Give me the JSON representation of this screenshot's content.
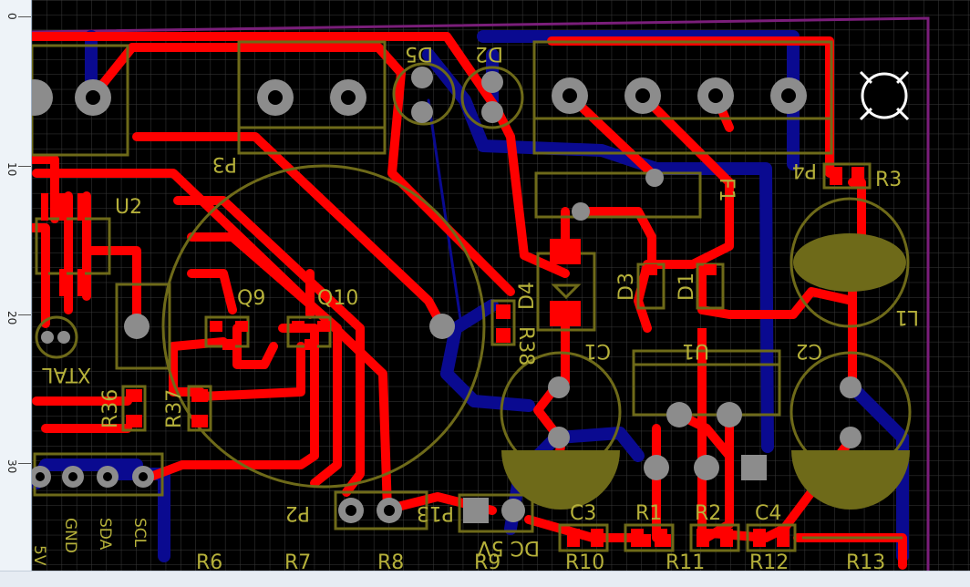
{
  "ruler": {
    "labels": [
      "0",
      "10",
      "20",
      "30"
    ]
  },
  "colors": {
    "background": "#000000",
    "grid": "#3a3a3a",
    "top_copper": "#ff0000",
    "bottom_copper": "#0a0a90",
    "silkscreen": "#6e6a19",
    "pad": "#8c8c8c",
    "board_outline": "#7a1e7a"
  },
  "components": {
    "D5": "D5",
    "D2": "D2",
    "P3": "P3",
    "U2": "U2",
    "Q9": "Q9",
    "Q10": "Q10",
    "XTAL": "XTAL",
    "R36": "R36",
    "R37": "R37",
    "P4": "P4",
    "R3": "R3",
    "F1": "F1",
    "D4": "D4",
    "D3": "D3",
    "D1": "D1",
    "R38": "R38",
    "U1": "U1",
    "C1": "C1",
    "C2": "C2",
    "L1": "L1",
    "C3": "C3",
    "R1": "R1",
    "R2": "R2",
    "C4": "C4",
    "R10": "R10",
    "R11": "R11",
    "R12": "R12",
    "R13": "R13",
    "R6": "R6",
    "R7": "R7",
    "R8": "R8",
    "R9": "R9",
    "P2": "P2",
    "P13": "P13",
    "DC5V": "DC 5V",
    "pin_5v": "5V",
    "pin_gnd": "GND",
    "pin_sda": "SDA",
    "pin_scl": "SCL"
  }
}
